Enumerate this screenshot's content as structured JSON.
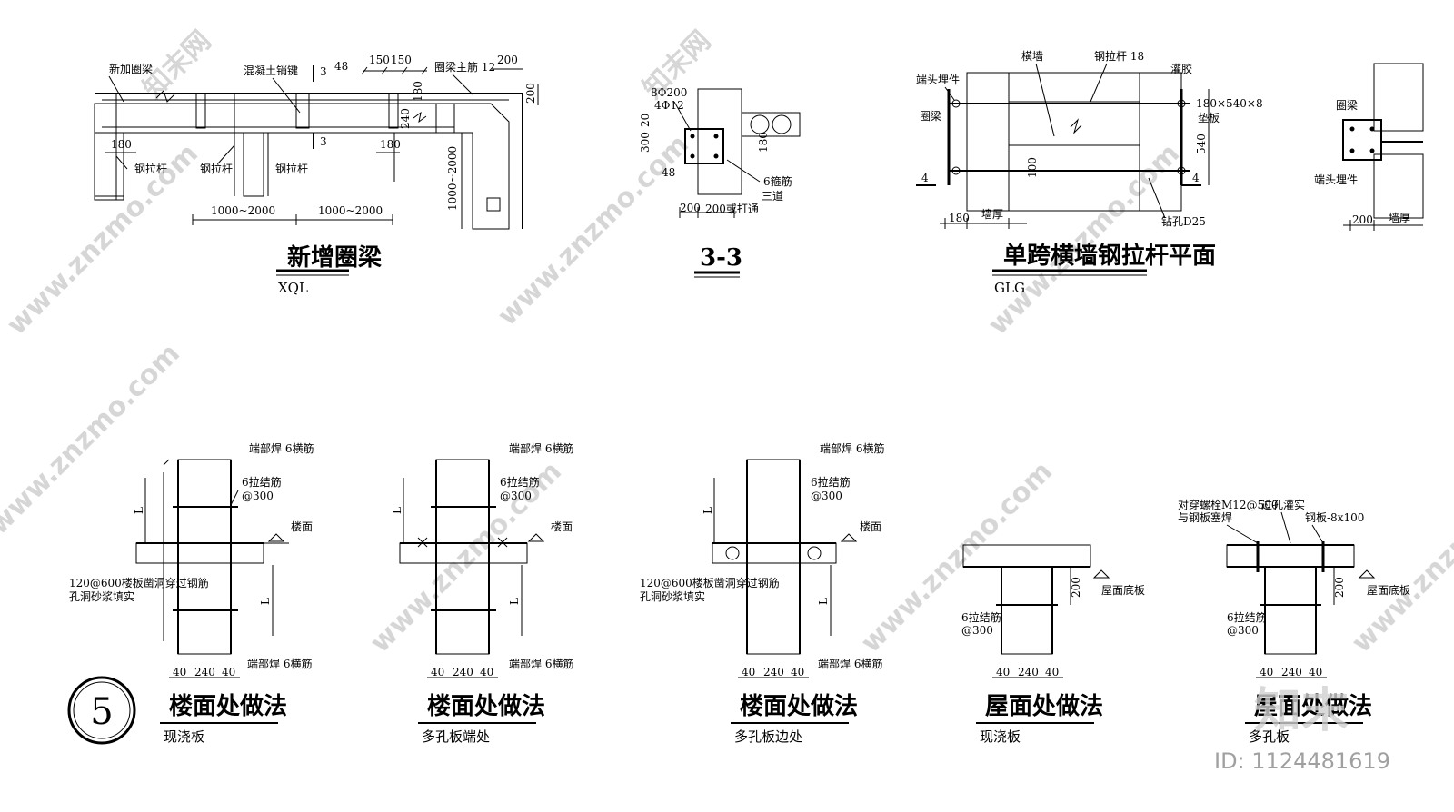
{
  "drawings": {
    "d1": {
      "title": "新增圈梁",
      "code": "XQL",
      "labels": {
        "new_beam": "新加圈梁",
        "concrete_pin": "混凝土销键",
        "main_bar": "圈梁主筋 12",
        "rod1": "钢拉杆",
        "rod2": "钢拉杆",
        "rod3": "钢拉杆"
      },
      "dims": {
        "d3a": "3",
        "d3b": "3",
        "d48": "48",
        "d150a": "150",
        "d150b": "150",
        "d200": "200",
        "d200v": "200",
        "d180": "180",
        "d240": "240",
        "d180a": "180",
        "d180b": "180",
        "span1": "1000~2000",
        "span2": "1000~2000",
        "span3": "1000~2000"
      }
    },
    "d2": {
      "title": "3-3",
      "labels": {
        "bars": "6箍筋",
        "three": "三道",
        "open": "200或打通"
      },
      "dims": {
        "a": "8Φ200",
        "b": "4Φ12",
        "c": "300",
        "d": "20",
        "e": "48",
        "f": "180",
        "g": "200"
      }
    },
    "d3": {
      "title": "单跨横墙钢拉杆平面",
      "code": "GLG",
      "labels": {
        "cross_wall": "横墙",
        "rod": "钢拉杆 18",
        "grout": "灌胶",
        "end_part": "端头埋件",
        "ring_beam": "圈梁",
        "plate": "-180×540×8",
        "pad": "垫板",
        "wall_thk": "墙厚",
        "drill": "钻孔D25"
      },
      "dims": {
        "d540": "540",
        "d100": "100",
        "d180": "180",
        "d4a": "4",
        "d4b": "4"
      }
    },
    "d4": {
      "labels": {
        "ring_beam": "圈梁",
        "end_part": "端头埋件",
        "wall_thk": "墙厚"
      },
      "dims": {
        "d200": "200"
      }
    },
    "s1": {
      "title": "楼面处做法",
      "sub": "现浇板",
      "labels": {
        "end_weld_top": "端部焊 6横筋",
        "tie": "6拉结筋",
        "spacing": "@300",
        "floor": "楼面",
        "hole1": "120@600楼板凿洞穿过钢筋",
        "hole2": "孔洞砂浆填实",
        "end_weld_bot": "端部焊 6横筋"
      },
      "dims": {
        "L1": "L",
        "L2": "L",
        "a": "40",
        "b": "240",
        "c": "40"
      }
    },
    "s2": {
      "title": "楼面处做法",
      "sub": "多孔板端处",
      "labels": {
        "end_weld_top": "端部焊 6横筋",
        "tie": "6拉结筋",
        "spacing": "@300",
        "floor": "楼面",
        "end_weld_bot": "端部焊 6横筋"
      },
      "dims": {
        "L1": "L",
        "L2": "L",
        "a": "40",
        "b": "240",
        "c": "40"
      }
    },
    "s3": {
      "title": "楼面处做法",
      "sub": "多孔板边处",
      "labels": {
        "end_weld_top": "端部焊 6横筋",
        "tie": "6拉结筋",
        "spacing": "@300",
        "floor": "楼面",
        "hole1": "120@600楼板凿洞穿过钢筋",
        "hole2": "孔洞砂浆填实",
        "end_weld_bot": "端部焊 6横筋"
      },
      "dims": {
        "L1": "L",
        "L2": "L",
        "a": "40",
        "b": "240",
        "c": "40"
      }
    },
    "s4": {
      "title": "屋面处做法",
      "sub": "现浇板",
      "labels": {
        "roof_slab": "屋面底板",
        "tie": "6拉结筋",
        "spacing": "@300"
      },
      "dims": {
        "h": "200",
        "a": "40",
        "b": "240",
        "c": "40"
      }
    },
    "s5": {
      "title": "屋面处做法",
      "sub": "多孔板",
      "labels": {
        "bolt1": "对穿螺栓M12@500",
        "bolt2": "与钢板塞焊",
        "grout": "过孔灌实",
        "plate": "钢板-8x100",
        "roof_slab": "屋面底板",
        "tie": "6拉结筋",
        "spacing": "@300"
      },
      "dims": {
        "h": "200",
        "a": "40",
        "b": "240",
        "c": "40"
      }
    }
  },
  "circle_number": "5",
  "watermark": {
    "site": "www.znzmo.com",
    "brand": "知末网",
    "logo": "知末",
    "id": "ID: 1124481619"
  }
}
